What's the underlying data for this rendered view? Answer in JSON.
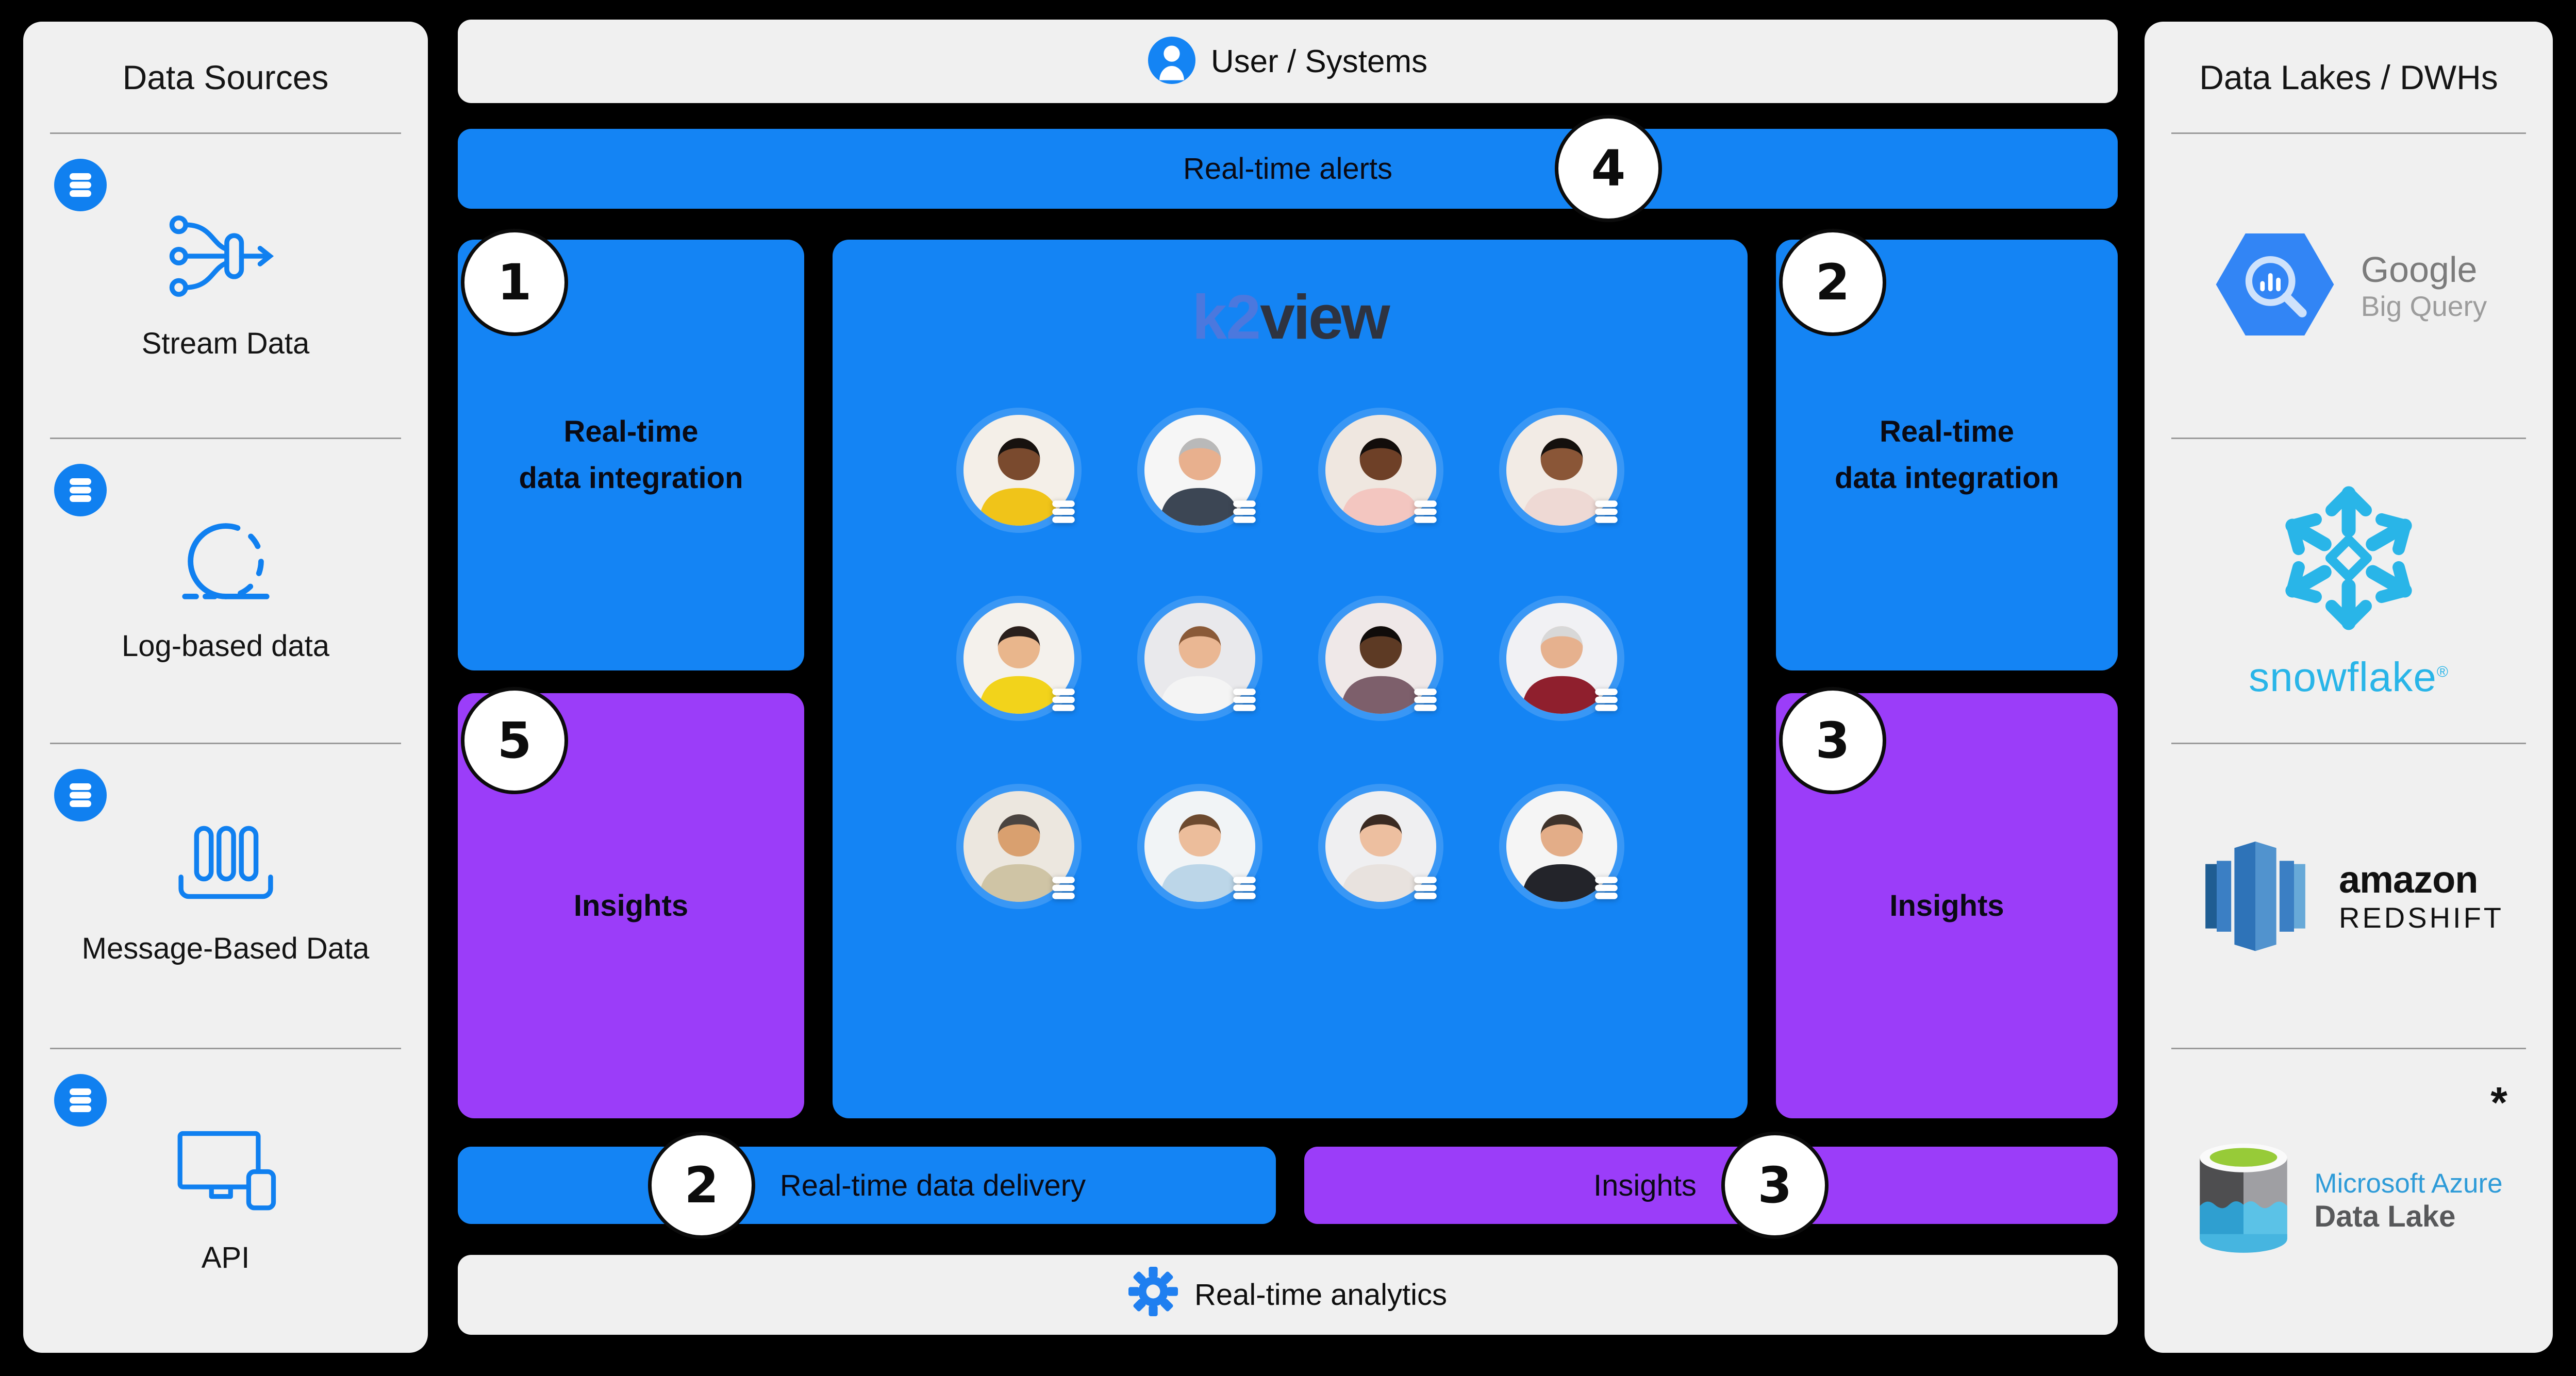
{
  "colors": {
    "background": "#000000",
    "blue": "#1484F4",
    "purple": "#9B3DF9",
    "panel_gray": "#F0F0F0",
    "icon_blue": "#1080F0",
    "text": "#111111",
    "k2_logo_blue": "#5577DB",
    "view_logo_dark": "#2E3340",
    "snowflake_cyan": "#29B5E8",
    "google_gray_1": "#7B7B7B",
    "google_gray_2": "#9C9C9C",
    "azure_blue": "#2E9BD8",
    "azure_gray": "#57585A"
  },
  "left_panel": {
    "title": "Data Sources",
    "items": [
      {
        "label": "Stream Data",
        "icon": "stream-data-icon"
      },
      {
        "label": "Log-based data",
        "icon": "log-based-data-icon"
      },
      {
        "label": "Message-Based Data",
        "icon": "message-queue-icon"
      },
      {
        "label": "API",
        "icon": "api-devices-icon"
      }
    ]
  },
  "user_bar": {
    "label": "User / Systems",
    "icon": "user-icon"
  },
  "alerts_bar": {
    "label": "Real-time alerts",
    "badge": "4"
  },
  "boxes": {
    "integration_left": {
      "badge": "1",
      "label_lines": [
        "Real-time",
        "data integration"
      ]
    },
    "integration_right": {
      "badge": "2",
      "label_lines": [
        "Real-time",
        "data integration"
      ]
    },
    "insights_left": {
      "badge": "5",
      "label": "Insights"
    },
    "insights_right": {
      "badge": "3",
      "label": "Insights"
    }
  },
  "center_box": {
    "logo_k2": "k2",
    "logo_view": "view",
    "avatars": [
      {
        "bg": "#f4efe8",
        "skin": "#7a4a2e",
        "hair": "#17120f",
        "shirt": "#f0c419"
      },
      {
        "bg": "#f6f6f6",
        "skin": "#e8b08e",
        "hair": "#b9b9b9",
        "shirt": "#3c4654"
      },
      {
        "bg": "#efe7e0",
        "skin": "#6e4027",
        "hair": "#120d0b",
        "shirt": "#f3c6c0"
      },
      {
        "bg": "#f2ebe5",
        "skin": "#8a5637",
        "hair": "#14100d",
        "shirt": "#eed9d4"
      },
      {
        "bg": "#f4f1ec",
        "skin": "#e9b68c",
        "hair": "#2a201c",
        "shirt": "#f2d31b"
      },
      {
        "bg": "#e9e9ec",
        "skin": "#eab793",
        "hair": "#8a5a38",
        "shirt": "#f4f4f4"
      },
      {
        "bg": "#efe8e8",
        "skin": "#5d3a24",
        "hair": "#100c0a",
        "shirt": "#7d5f6b"
      },
      {
        "bg": "#f1f1f4",
        "skin": "#e6b18e",
        "hair": "#d8d8d8",
        "shirt": "#8f1f2d"
      },
      {
        "bg": "#ece7df",
        "skin": "#d9a06f",
        "hair": "#4a4440",
        "shirt": "#cfc4a5"
      },
      {
        "bg": "#f1f4f6",
        "skin": "#ecbd9b",
        "hair": "#6d4a2f",
        "shirt": "#bcd6e8"
      },
      {
        "bg": "#efeff1",
        "skin": "#edbfa0",
        "hair": "#3a2a22",
        "shirt": "#e8e2de"
      },
      {
        "bg": "#f5f5f5",
        "skin": "#e3ad88",
        "hair": "#3f332b",
        "shirt": "#23242a"
      }
    ]
  },
  "delivery_bar": {
    "badge": "2",
    "label": "Real-time data delivery"
  },
  "insights_bar": {
    "badge": "3",
    "label": "Insights"
  },
  "analytics_bar": {
    "label": "Real-time analytics",
    "icon": "gear-icon"
  },
  "right_panel": {
    "title": "Data Lakes / DWHs",
    "items": [
      {
        "name": "google-bigquery",
        "line1": "Google",
        "line2": "Big Query"
      },
      {
        "name": "snowflake",
        "label": "snowflake",
        "registered": "®"
      },
      {
        "name": "amazon-redshift",
        "line1": "amazon",
        "line2": "REDSHIFT"
      },
      {
        "name": "azure-data-lake",
        "line1": "Microsoft Azure",
        "line2": "Data Lake",
        "footnote": "*"
      }
    ]
  }
}
